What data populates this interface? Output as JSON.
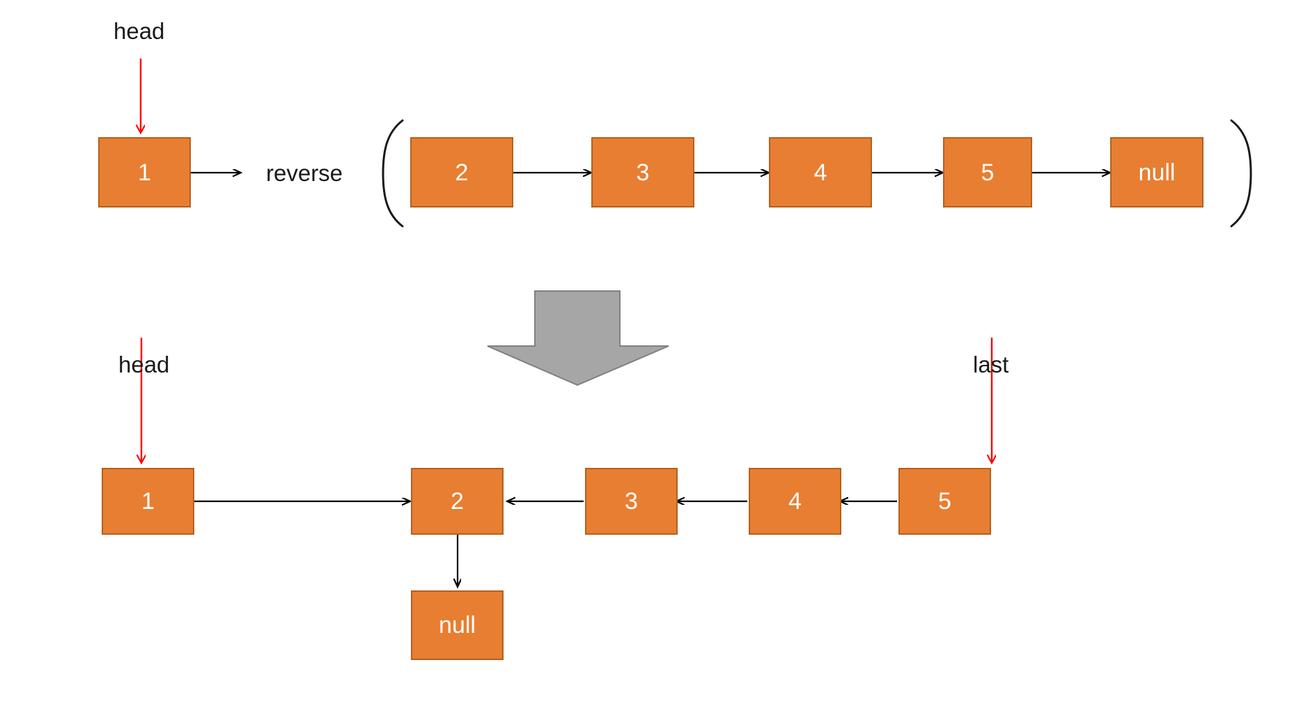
{
  "diagram": {
    "title_colors": {
      "node_fill": "#e87e31",
      "node_border": "#b3601f",
      "node_text": "#ffffff",
      "pointer_arrow": "#ff0000",
      "link_arrow": "#000000",
      "transform_arrow": "#a6a6a6",
      "transform_arrow_border": "#808080",
      "background": "#ffffff",
      "label_text": "#1a1a1a"
    },
    "top": {
      "head_label": "head",
      "operation_label": "reverse",
      "head_node": {
        "value": "1"
      },
      "sublist": {
        "open_paren": "(",
        "close_paren": ")",
        "nodes": [
          {
            "value": "2"
          },
          {
            "value": "3"
          },
          {
            "value": "4"
          },
          {
            "value": "5"
          },
          {
            "value": "null"
          }
        ]
      }
    },
    "bottom": {
      "head_label": "head",
      "last_label": "last",
      "head_node": {
        "value": "1"
      },
      "chain": [
        {
          "value": "2"
        },
        {
          "value": "3"
        },
        {
          "value": "4"
        },
        {
          "value": "5"
        }
      ],
      "terminal_node": {
        "value": "null"
      }
    }
  }
}
